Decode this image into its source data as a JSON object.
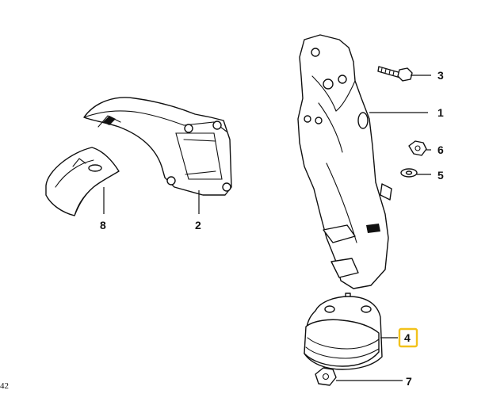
{
  "diagram": {
    "corner_code": "42",
    "highlight_color": "#f2c21b",
    "callouts": [
      {
        "id": "1",
        "label": "1",
        "part": "engine-mount-bracket"
      },
      {
        "id": "2",
        "label": "2",
        "part": "mounting-bracket"
      },
      {
        "id": "3",
        "label": "3",
        "part": "bolt"
      },
      {
        "id": "4",
        "label": "4",
        "part": "rubber-mount",
        "highlighted": true
      },
      {
        "id": "5",
        "label": "5",
        "part": "washer"
      },
      {
        "id": "6",
        "label": "6",
        "part": "nut"
      },
      {
        "id": "7",
        "label": "7",
        "part": "nut"
      },
      {
        "id": "8",
        "label": "8",
        "part": "heat-shield"
      }
    ]
  }
}
